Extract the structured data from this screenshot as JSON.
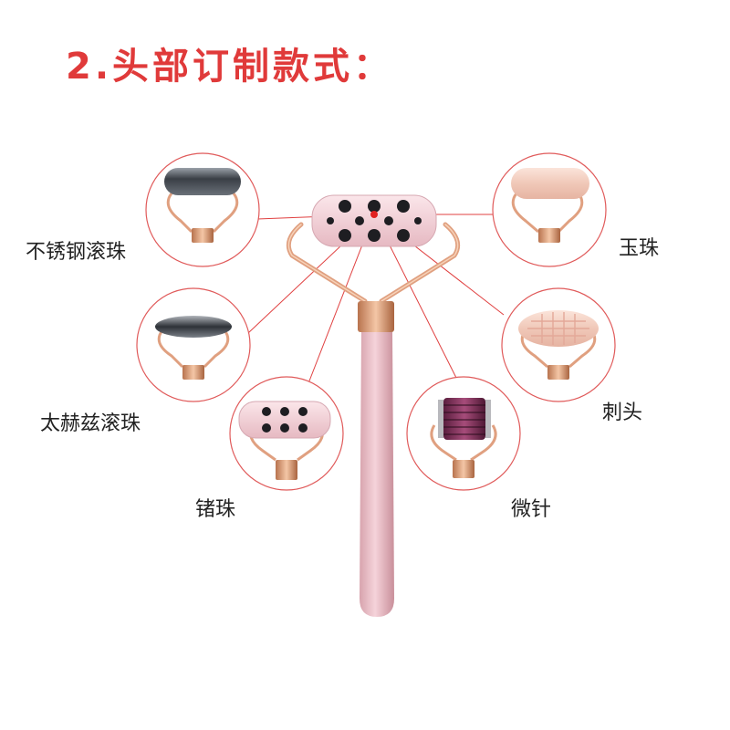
{
  "title": "2.头部订制款式：",
  "colors": {
    "title": "#e03a3a",
    "circle_border": "#e05a5a",
    "leader_line": "#e04040",
    "rose_gold": "#e0a080",
    "handle_pink": "#e8b8c0"
  },
  "options": [
    {
      "key": "stainless",
      "label": "不锈钢滚珠",
      "icon": "stainless-steel-roller-icon"
    },
    {
      "key": "jade",
      "label": "玉珠",
      "icon": "jade-roller-icon"
    },
    {
      "key": "hematite",
      "label": "太赫兹滚珠",
      "icon": "terahertz-roller-icon"
    },
    {
      "key": "spiked",
      "label": "刺头",
      "icon": "spiked-roller-icon"
    },
    {
      "key": "germanium",
      "label": "锗珠",
      "icon": "germanium-roller-icon"
    },
    {
      "key": "microneedle",
      "label": "微针",
      "icon": "microneedle-roller-icon"
    }
  ]
}
